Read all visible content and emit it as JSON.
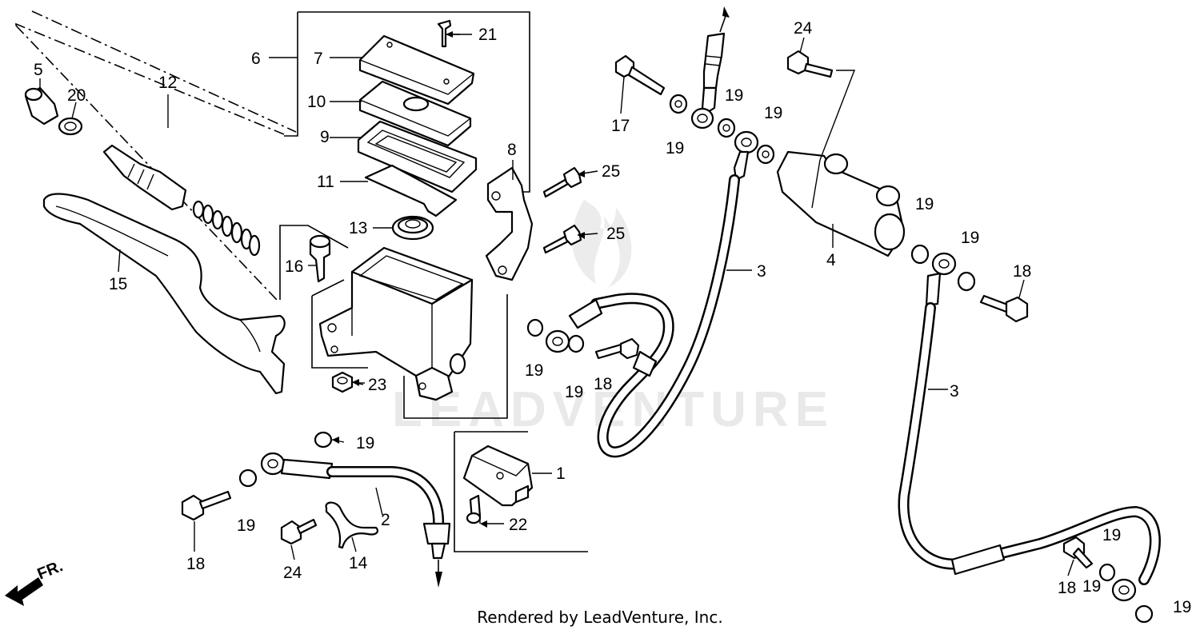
{
  "callouts": {
    "c1": "1",
    "c2": "2",
    "c3a": "3",
    "c3b": "3",
    "c4": "4",
    "c5": "5",
    "c6": "6",
    "c7": "7",
    "c8": "8",
    "c9": "9",
    "c10": "10",
    "c11": "11",
    "c12": "12",
    "c13": "13",
    "c14": "14",
    "c15": "15",
    "c16": "16",
    "c17": "17",
    "c18a": "18",
    "c18b": "18",
    "c18c": "18",
    "c18d": "18",
    "c19a": "19",
    "c19b": "19",
    "c19c": "19",
    "c19d": "19",
    "c19e": "19",
    "c19f": "19",
    "c19g": "19",
    "c19h": "19",
    "c19i": "19",
    "c19j": "19",
    "c19k": "19",
    "c19l": "19",
    "c20": "20",
    "c21": "21",
    "c22": "22",
    "c23": "23",
    "c24a": "24",
    "c24b": "24",
    "c25a": "25",
    "c25b": "25"
  },
  "direction_label": "FR.",
  "watermark": "LEADVENTURE",
  "footer": "Rendered by LeadVenture, Inc."
}
